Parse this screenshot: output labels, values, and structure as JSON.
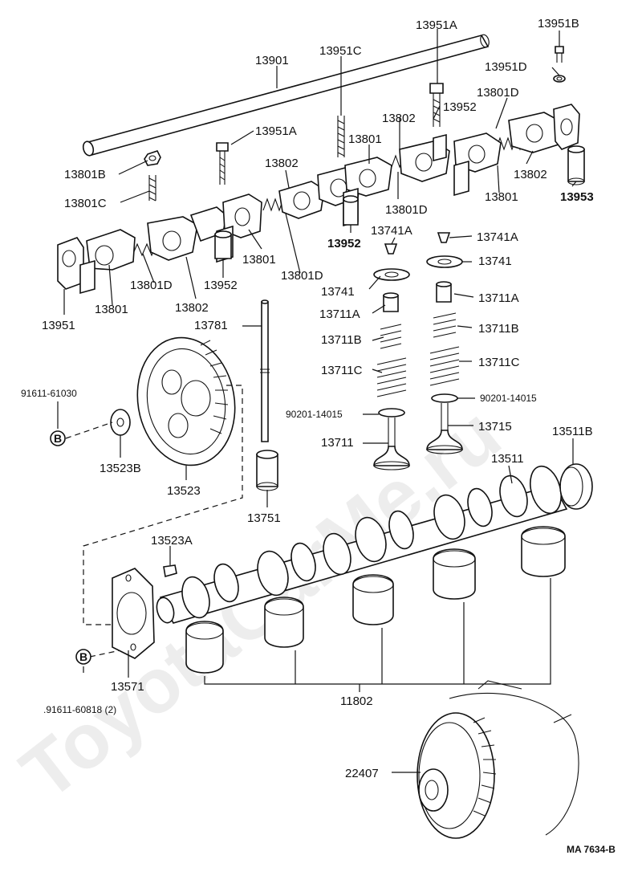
{
  "watermark": "ToyotaCarMe.ru",
  "drawing_code": "MA 7634-B",
  "callout_letter": "B",
  "labels": {
    "p13951B": "13951B",
    "p13951A_top": "13951A",
    "p13951C": "13951C",
    "p13901": "13901",
    "p13951D": "13951D",
    "p13801D_top": "13801D",
    "p13952_top": "13952",
    "p13802_top": "13802",
    "p13951A_mid": "13951A",
    "p13801_top": "13801",
    "p13801B": "13801B",
    "p13802_mid": "13802",
    "p13801C": "13801C",
    "p13801D_mid": "13801D",
    "p13802_right": "13802",
    "p13953": "13953",
    "p13801_right": "13801",
    "p13741A_left": "13741A",
    "p13741A_right": "13741A",
    "p13952_mid": "13952",
    "p13741_right": "13741",
    "p13741_left": "13741",
    "p13801_mid": "13801",
    "p13801D_low": "13801D",
    "p13801D_left": "13801D",
    "p13952_low": "13952",
    "p13711A_left": "13711A",
    "p13711A_right": "13711A",
    "p13951": "13951",
    "p13801_left": "13801",
    "p13802_low": "13802",
    "p13781": "13781",
    "p13711B_left": "13711B",
    "p13711B_right": "13711B",
    "p13711C_left": "13711C",
    "p13711C_right": "13711C",
    "p91611_61030": "91611-61030",
    "p90201_right": "90201-14015",
    "p90201_left": "90201-14015",
    "p13715": "13715",
    "p13511B": "13511B",
    "p13523B": "13523B",
    "p13711": "13711",
    "p13523": "13523",
    "p13511": "13511",
    "p13751": "13751",
    "p13523A": "13523A",
    "p13571": "13571",
    "p91611_60818": ".91611-60818 (2)",
    "p11802": "11802",
    "p22407": "22407"
  }
}
